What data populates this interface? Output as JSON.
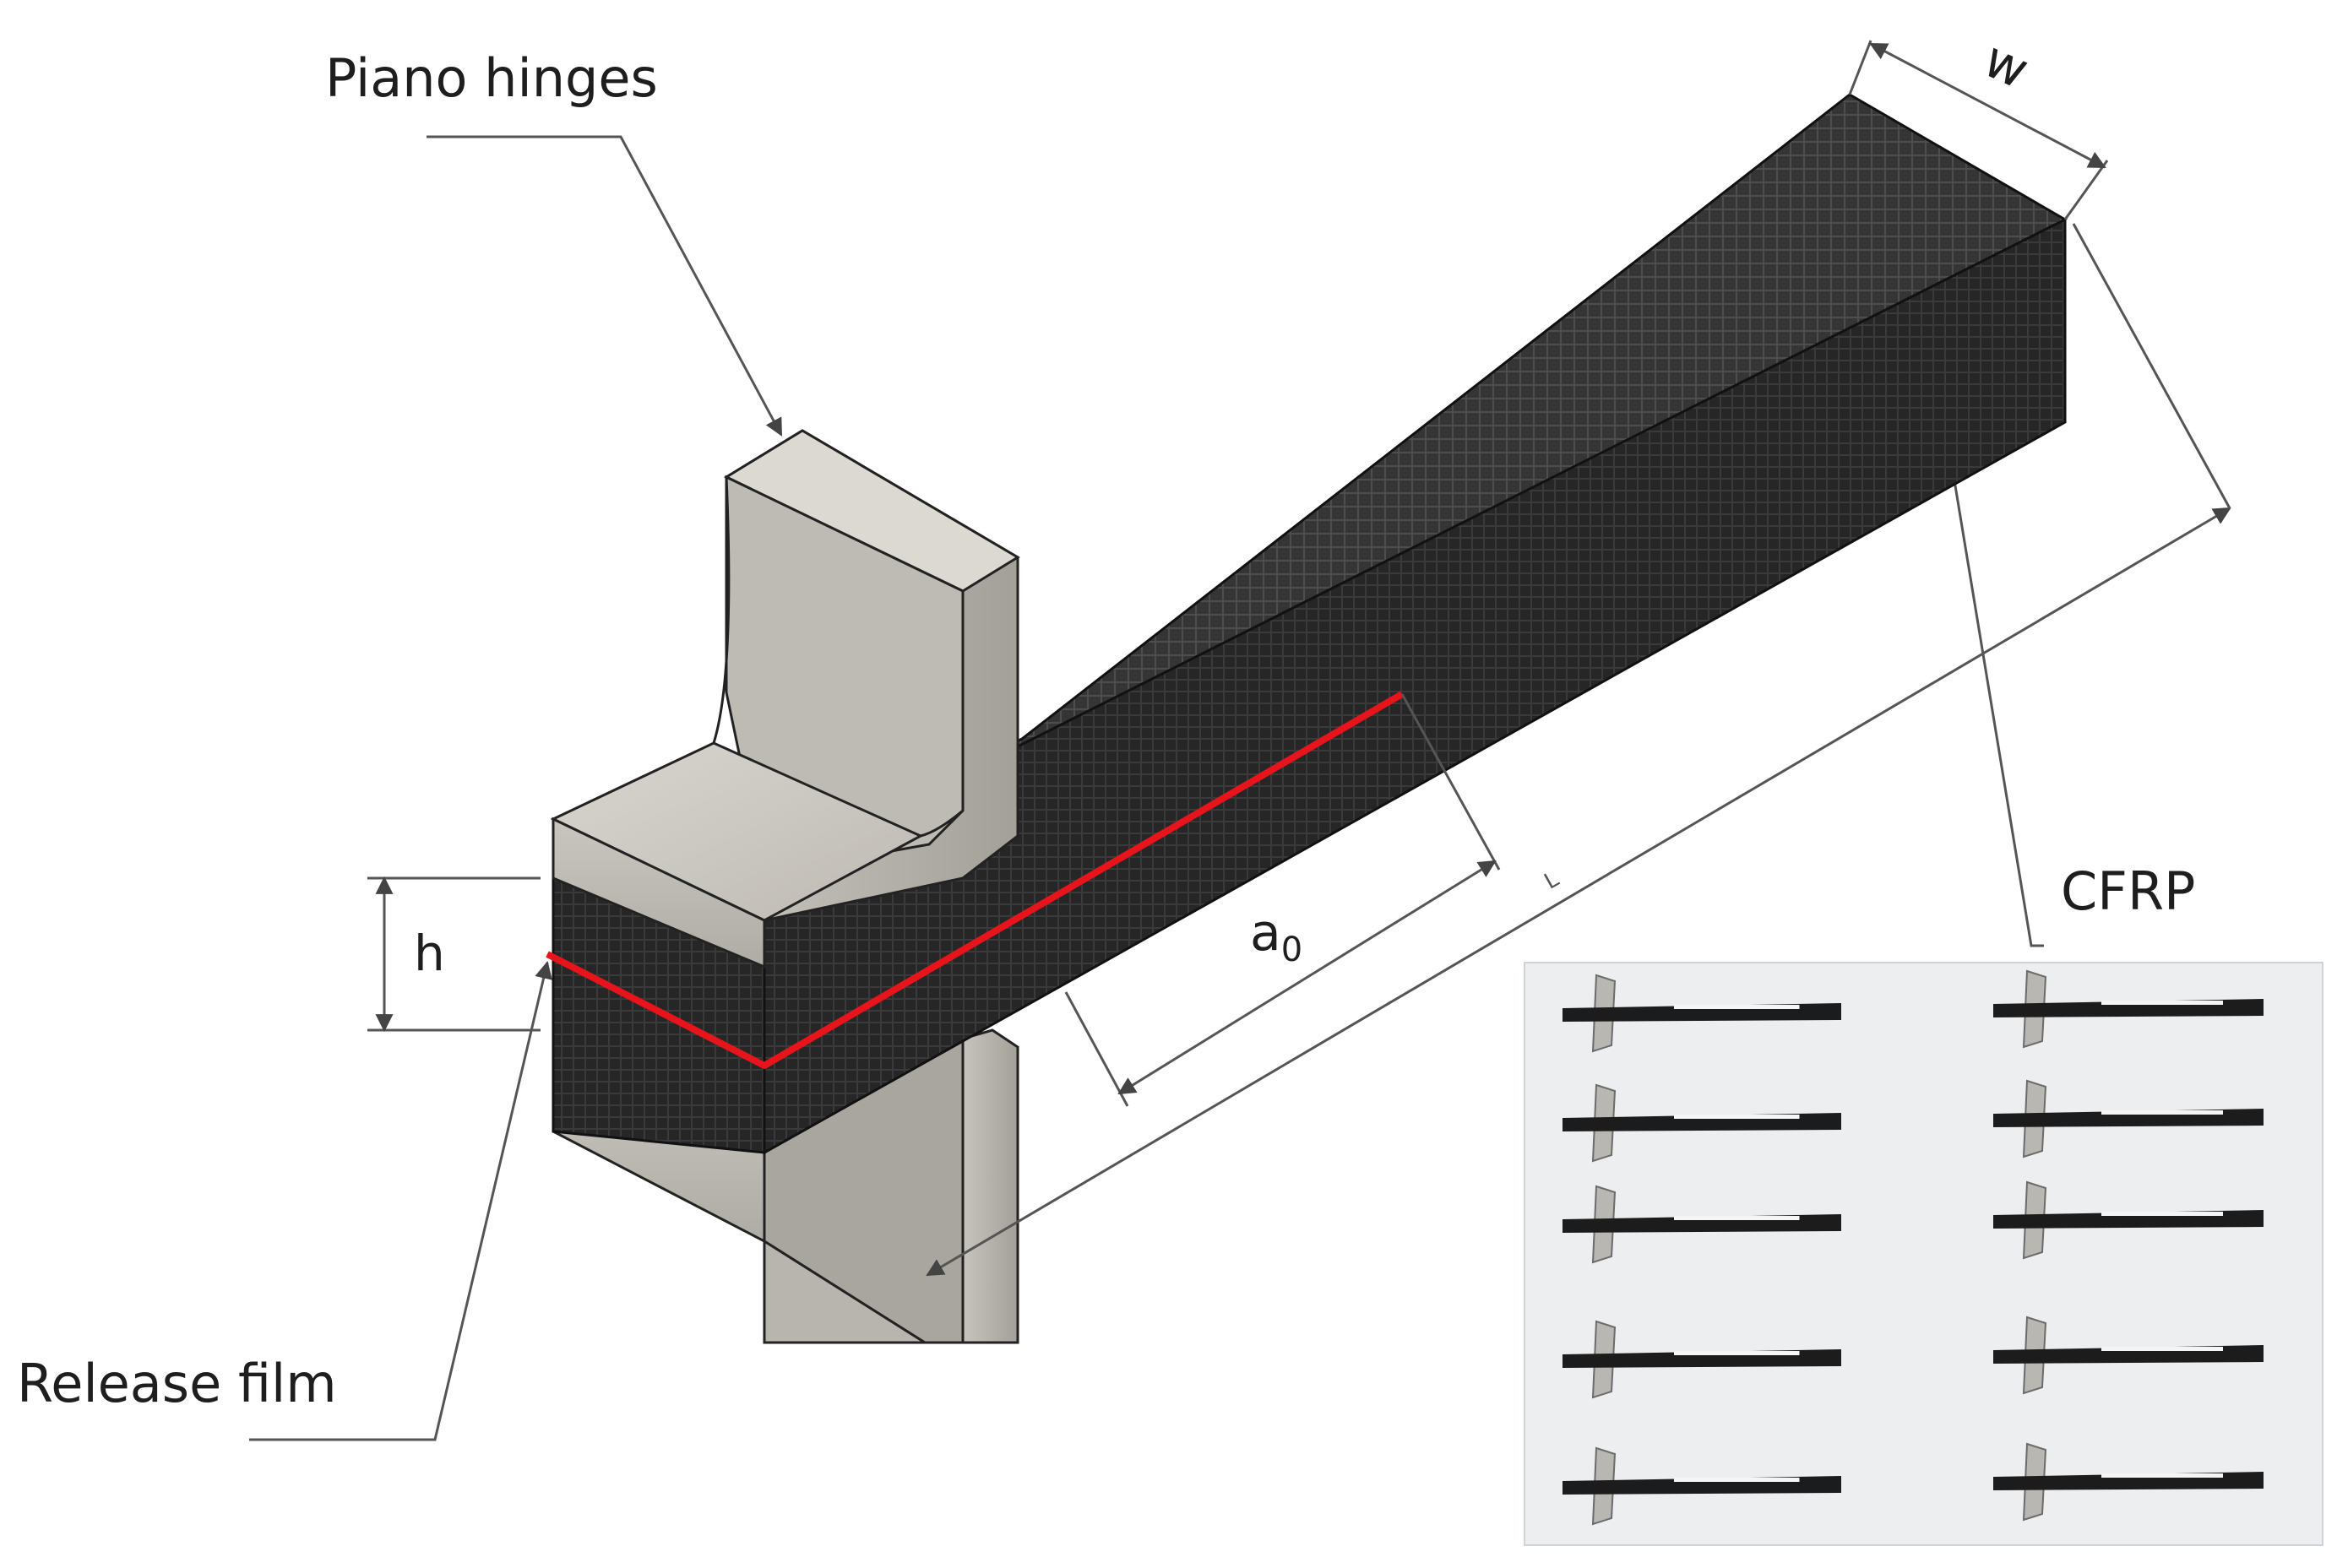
{
  "labels": {
    "piano_hinges": "Piano hinges",
    "release_film": "Release film",
    "cfrp": "CFRP",
    "height": "h",
    "crack_length_base": "a",
    "crack_length_sub": "0",
    "width": "w",
    "length": "L"
  },
  "colors": {
    "cfrp_top": "#3c3c3c",
    "cfrp_side": "#2d2d2d",
    "cfrp_front": "#262626",
    "weave": "#555555",
    "hinge_light": "#cfcdc7",
    "hinge_mid": "#b3b0aa",
    "hinge_dark": "#9a9791",
    "crack_line": "#e8141b",
    "dimension": "#555555",
    "photo_bg": "#eceef0"
  },
  "photo": {
    "specimen_count": 10
  }
}
